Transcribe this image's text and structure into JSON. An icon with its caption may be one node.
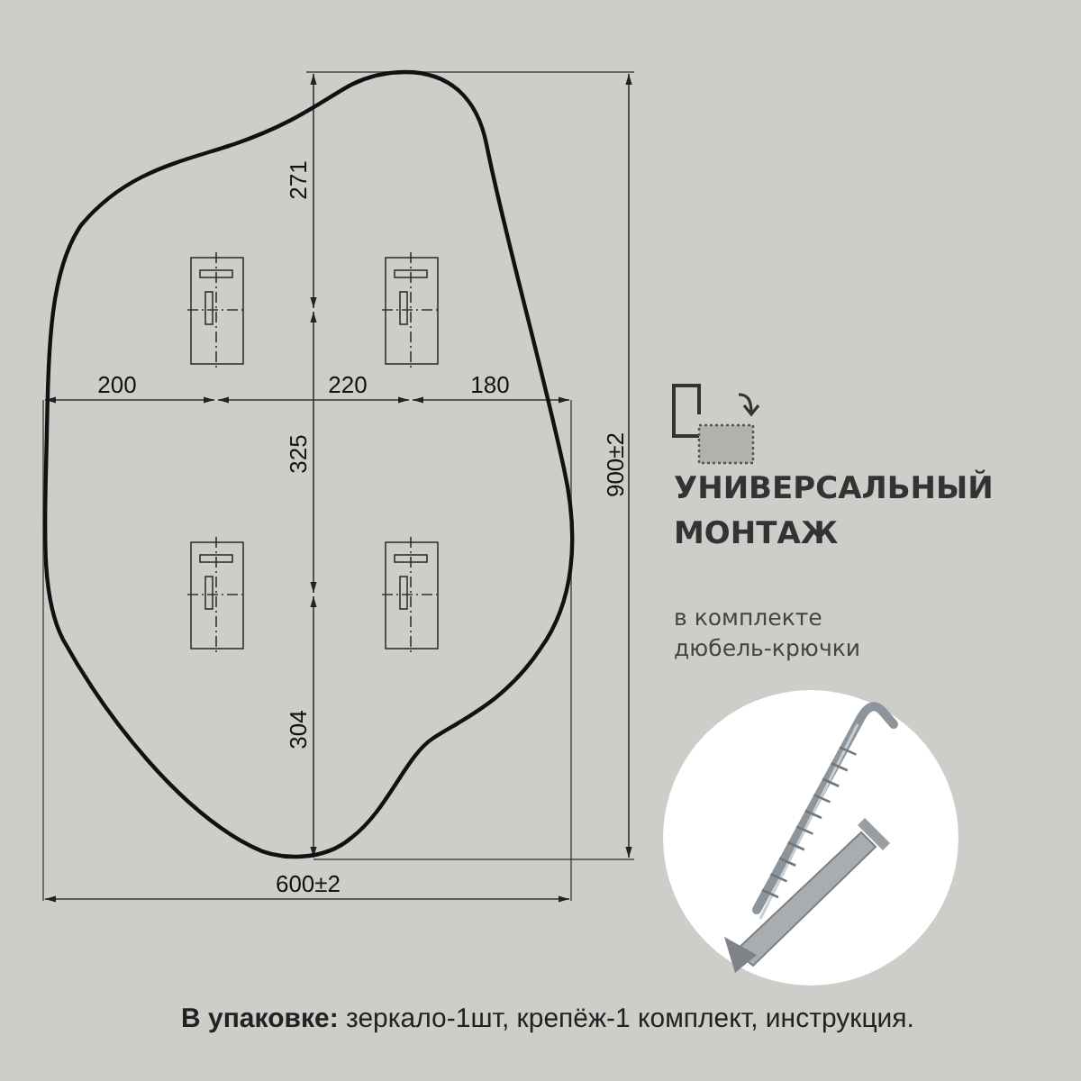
{
  "diagram": {
    "labels": [
      "271",
      "200",
      "220",
      "180",
      "325",
      "304",
      "900±2",
      "600±2",
      "УНИВЕРСАЛЬНЫЙ МОНТАЖ",
      "в комплекте дюбель-крючки",
      "**В упаковке:** зеркало-1шт, крепёж-1 комплект, инструкция."
    ]
  }
}
